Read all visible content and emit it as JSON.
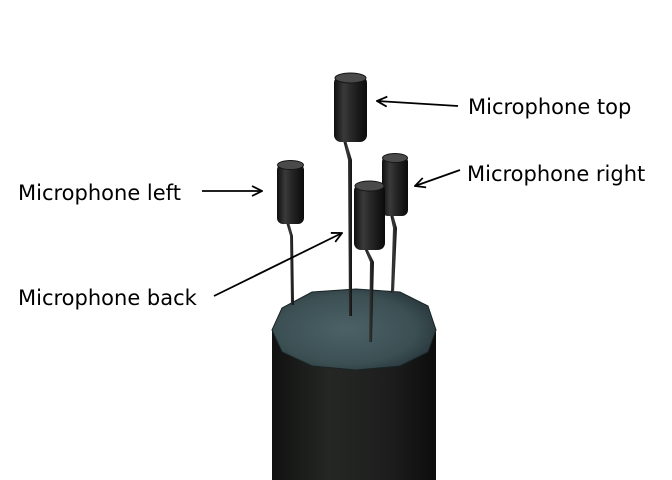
{
  "labels": {
    "top": "Microphone top",
    "right": "Microphone right",
    "left": "Microphone left",
    "back": "Microphone back"
  },
  "colors": {
    "background": "#ffffff",
    "cylinder_body": "#1f201f",
    "cylinder_top": "#3f5559",
    "microphone": "#222222",
    "text": "#000000"
  }
}
